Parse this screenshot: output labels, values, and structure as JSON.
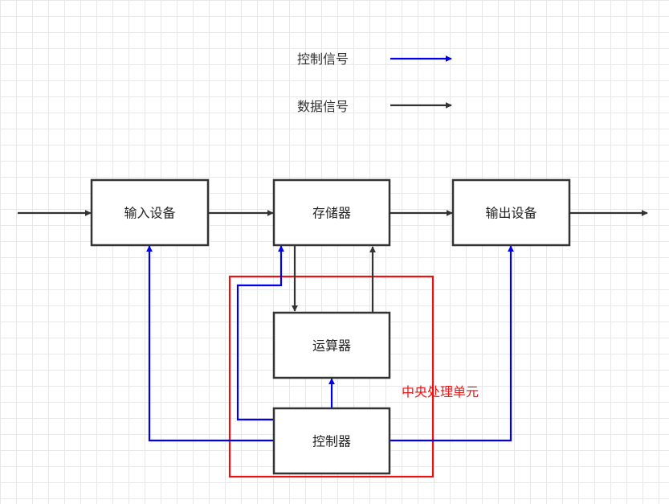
{
  "legend": {
    "control_signal": "控制信号",
    "data_signal": "数据信号"
  },
  "boxes": {
    "input_device": "输入设备",
    "memory": "存储器",
    "output_device": "输出设备",
    "alu": "运算器",
    "controller": "控制器"
  },
  "cpu_label": "中央处理单元",
  "colors": {
    "control": "#0000ee",
    "data": "#333333",
    "cpu_border": "#ee1111"
  }
}
